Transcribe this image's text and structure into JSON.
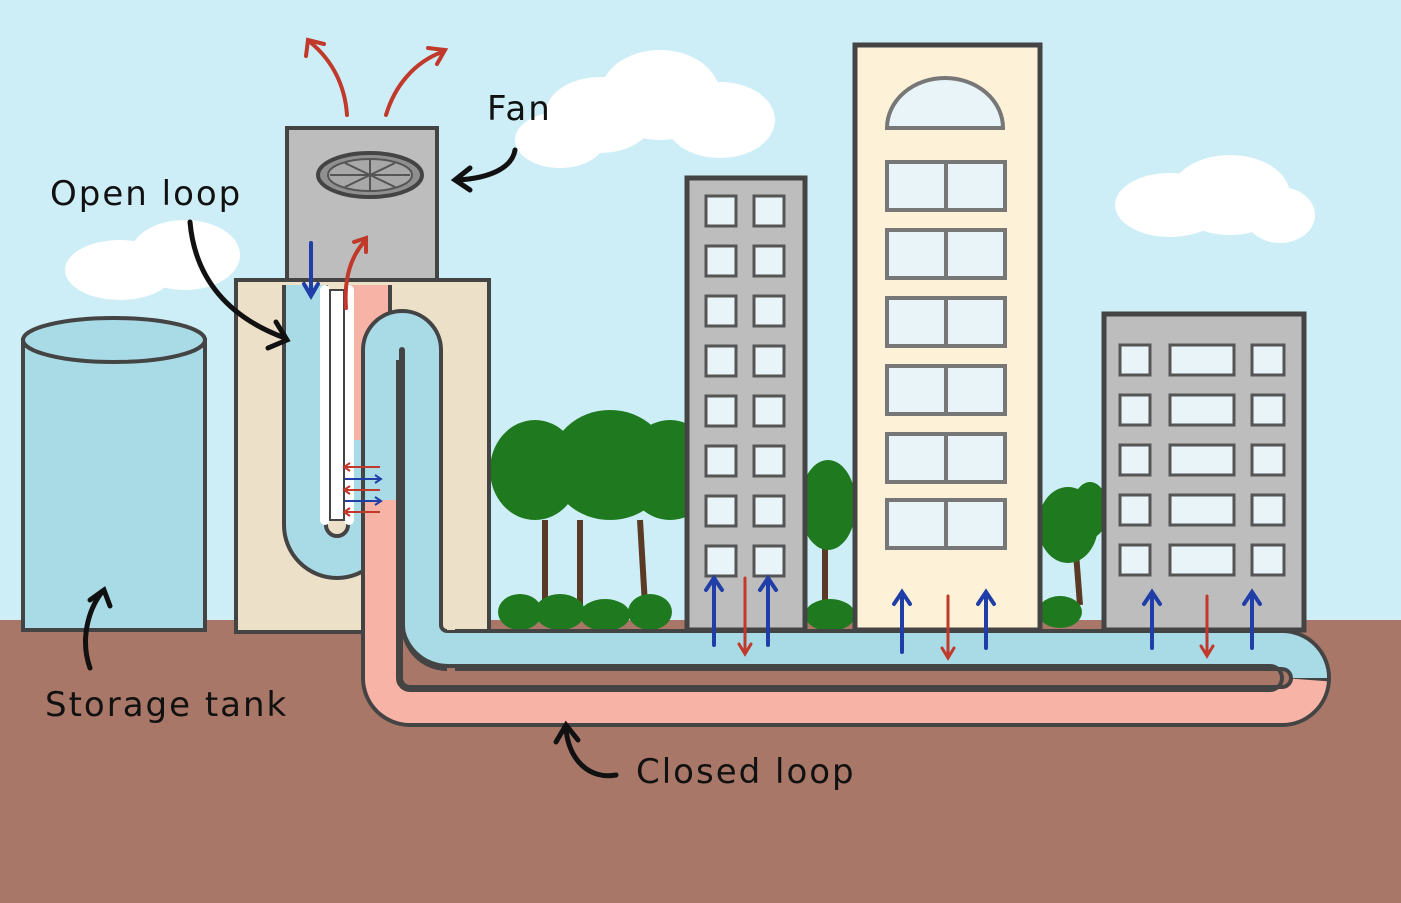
{
  "labels": {
    "fan": "Fan",
    "open_loop": "Open loop",
    "storage_tank": "Storage tank",
    "closed_loop": "Closed loop"
  },
  "icons": {
    "fan": "fan-icon",
    "label_pointer": "curved-arrow-icon",
    "warm_flow": "red-arrow-icon",
    "cool_flow": "blue-arrow-icon"
  },
  "colors": {
    "sky": "#cdeef6",
    "ground": "#a87767",
    "cool_water": "#a9dbe6",
    "warm_water": "#f7b3a6",
    "cool_arrow": "#1f3ea8",
    "warm_arrow": "#c0392b",
    "building_grey": "#bdbdbd",
    "building_cream": "#fdf2d8",
    "cooling_tower_body": "#ede0c8",
    "tree_green": "#1f7a1f",
    "outline": "#444444"
  }
}
